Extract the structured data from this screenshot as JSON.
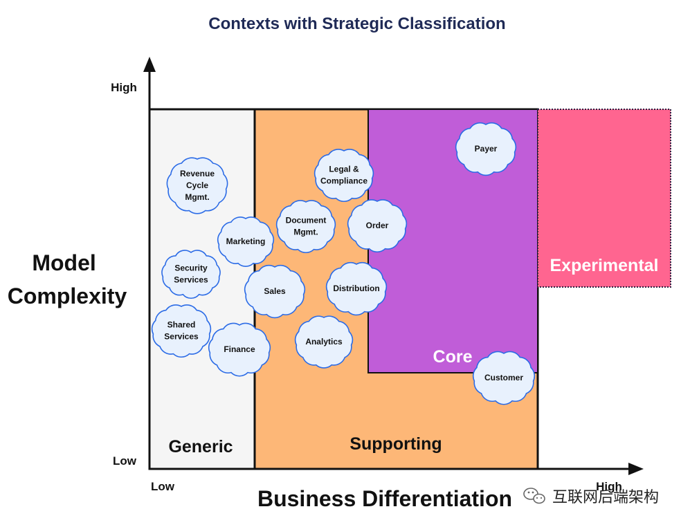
{
  "title": "Contexts with Strategic Classification",
  "y_axis": {
    "label_lines": [
      "Model",
      "Complexity"
    ],
    "high": "High",
    "low": "Low"
  },
  "x_axis": {
    "label": "Business Differentiation",
    "high": "High",
    "low": "Low"
  },
  "regions": {
    "generic": {
      "label": "Generic",
      "color": "#f5f5f5"
    },
    "supporting": {
      "label": "Supporting",
      "color": "#fdb777"
    },
    "core": {
      "label": "Core",
      "color": "#c05dd8"
    },
    "experimental": {
      "label": "Experimental",
      "color": "#ff6590"
    }
  },
  "cloud_color": {
    "fill": "#e8f1fd",
    "stroke": "#2b6be6"
  },
  "contexts": [
    {
      "name": "revenue-cycle",
      "lines": [
        "Revenue",
        "Cycle",
        "Mgmt."
      ]
    },
    {
      "name": "security-services",
      "lines": [
        "Security",
        "Services"
      ]
    },
    {
      "name": "shared-services",
      "lines": [
        "Shared",
        "Services"
      ]
    },
    {
      "name": "marketing",
      "lines": [
        "Marketing"
      ]
    },
    {
      "name": "finance",
      "lines": [
        "Finance"
      ]
    },
    {
      "name": "legal-compliance",
      "lines": [
        "Legal &",
        "Compliance"
      ]
    },
    {
      "name": "document-mgmt",
      "lines": [
        "Document",
        "Mgmt."
      ]
    },
    {
      "name": "sales",
      "lines": [
        "Sales"
      ]
    },
    {
      "name": "distribution",
      "lines": [
        "Distribution"
      ]
    },
    {
      "name": "analytics",
      "lines": [
        "Analytics"
      ]
    },
    {
      "name": "order",
      "lines": [
        "Order"
      ]
    },
    {
      "name": "payer",
      "lines": [
        "Payer"
      ]
    },
    {
      "name": "customer",
      "lines": [
        "Customer"
      ]
    }
  ],
  "watermark": {
    "text": "互联网后端架构",
    "icon": "wechat-icon"
  }
}
